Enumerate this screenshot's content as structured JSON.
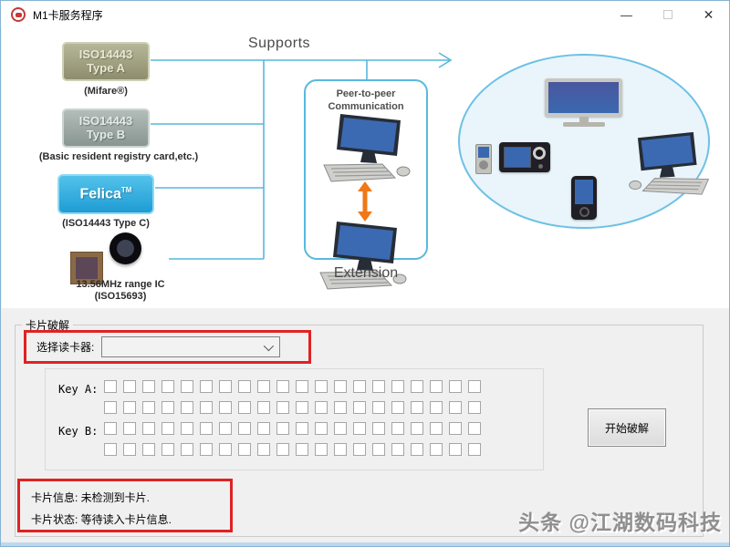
{
  "window": {
    "title": "M1卡服务程序",
    "minimize_glyph": "—",
    "close_glyph": "✕"
  },
  "diagram": {
    "supports_label": "Supports",
    "cards": {
      "type_a": {
        "line1": "ISO14443",
        "line2": "Type A",
        "caption": "(Mifare®)"
      },
      "type_b": {
        "line1": "ISO14443",
        "line2": "Type B",
        "caption": "(Basic resident registry card,etc.)"
      },
      "felica": {
        "label": "Felica",
        "tm": "TM",
        "caption": "(ISO14443 Type C)"
      },
      "ic": {
        "caption_line1": "13.56MHz range IC",
        "caption_line2": "(ISO15693)"
      }
    },
    "p2p": {
      "title_line1": "Peer-to-peer",
      "title_line2": "Communication",
      "extension_label": "Extension"
    }
  },
  "crack_panel": {
    "group_title": "卡片破解",
    "reader_label": "选择读卡器:",
    "reader_value": "",
    "key_a_label": "Key A:",
    "key_b_label": "Key B:",
    "checkbox_grid": {
      "rows": 2,
      "cols": 20
    },
    "start_button": "开始破解",
    "info_line": "卡片信息: 未检测到卡片.",
    "status_line": "卡片状态: 等待读入卡片信息."
  },
  "watermark": {
    "text": "头条 @江湖数码科技"
  },
  "colors": {
    "highlight_red": "#e02222",
    "line_blue": "#56b7dd",
    "felica_blue": "#2aa7dc",
    "orange_arrow": "#f07818",
    "card_a_olive": "#9f9f80",
    "card_b_gray": "#9aa6a2"
  }
}
